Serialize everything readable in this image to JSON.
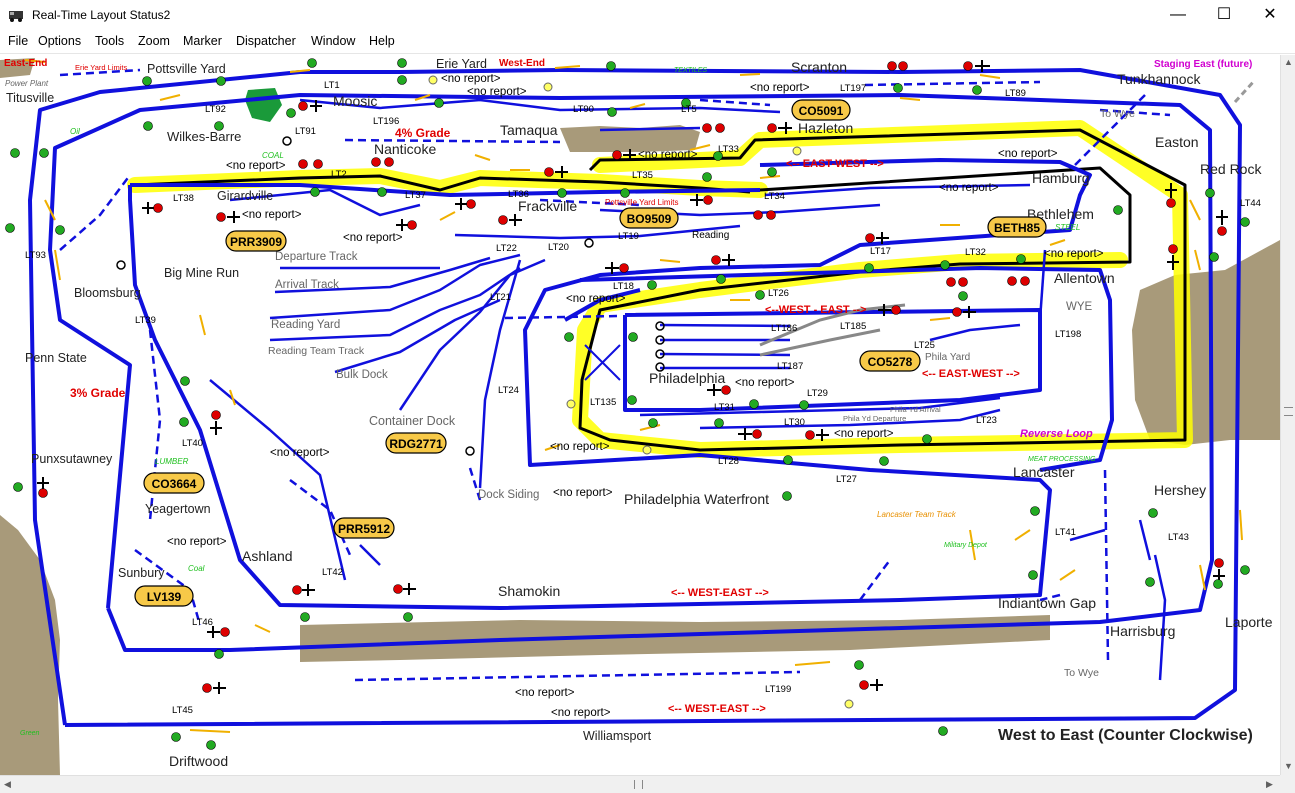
{
  "window": {
    "title": "Real-Time Layout Status2",
    "controls": [
      "—",
      "☐",
      "✕"
    ]
  },
  "menu": [
    "File",
    "Options",
    "Tools",
    "Zoom",
    "Marker",
    "Dispatcher",
    "Window",
    "Help"
  ],
  "places": {
    "titusville": "Titusville",
    "pottsville_yard": "Pottsville Yard",
    "erie_yard": "Erie Yard",
    "scranton": "Scranton",
    "tunkhannock": "Tunkhannock",
    "moosic": "Moosic",
    "wilkes_barre": "Wilkes-Barre",
    "tamaqua": "Tamaqua",
    "hazleton": "Hazleton",
    "easton": "Easton",
    "red_rock": "Red Rock",
    "nanticoke": "Nanticoke",
    "hamburg": "Hamburg",
    "girardville": "Girardville",
    "frackville": "Frackville",
    "bethlehem": "Bethlehem",
    "allentown": "Allentown",
    "big_mine_run": "Big Mine Run",
    "bloomsburg": "Bloomsburg",
    "penn_state": "Penn State",
    "philadelphia": "Philadelphia",
    "punxsutawney": "Punxsutawney",
    "yeagertown": "Yeagertown",
    "ashland": "Ashland",
    "sunbury": "Sunbury",
    "shamokin": "Shamokin",
    "philadelphia_waterfront": "Philadelphia Waterfront",
    "lancaster": "Lancaster",
    "hershey": "Hershey",
    "indiantown_gap": "Indiantown Gap",
    "harrisburg": "Harrisburg",
    "laporte": "Laporte",
    "williamsport": "Williamsport",
    "driftwood": "Driftwood",
    "container_dock": "Container Dock"
  },
  "yard_tracks": {
    "departure": "Departure Track",
    "arrival": "Arrival Track",
    "reading_yard": "Reading Yard",
    "reading_team": "Reading Team Track",
    "bulk_dock": "Bulk Dock",
    "dock_siding": "Dock Siding",
    "reading": "Reading",
    "wye": "WYE",
    "to_wye_1": "To Wye",
    "to_wye_2": "To Wye",
    "phila_yard": "Phila Yard",
    "phila_yd_arrival": "Phila Yd Arrival",
    "phila_yd_departure": "Phila Yd Departure"
  },
  "red_labels": {
    "east_end": "East-End",
    "west_end": "West-End",
    "erie_yard_limits": "Erie Yard Limits",
    "grade_4": "4% Grade",
    "grade_3": "3% Grade",
    "east_west_1": "<-- EAST-WEST -->",
    "west_east_1": "<--WEST - EAST -->",
    "east_west_2": "<-- EAST-WEST -->",
    "west_east_2": "<-- WEST-EAST -->",
    "west_east_3": "<-- WEST-EAST -->",
    "pottsville_limits": "Pottsville Yard Limits"
  },
  "magenta_labels": {
    "staging_east": "Staging East (future)",
    "reverse_loop": "Reverse Loop"
  },
  "industries": {
    "power_plant": "Power Plant",
    "textiles": "TEXTILES",
    "oil": "Oil",
    "coal_1": "COAL",
    "steel": "STEEL",
    "lumber": "LUMBER",
    "coal_2": "Coal",
    "meat": "MEAT PROCESSING",
    "lancaster_team": "Lancaster Team Track",
    "military": "Military Depot",
    "green_misc": "Green"
  },
  "blocks": [
    "LT1",
    "LT2",
    "LT5",
    "LT17",
    "LT18",
    "LT19",
    "LT20",
    "LT21",
    "LT22",
    "LT23",
    "LT24",
    "LT25",
    "LT26",
    "LT27",
    "LT28",
    "LT29",
    "LT30",
    "LT31",
    "LT32",
    "LT33",
    "LT34",
    "LT35",
    "LT36",
    "LT37",
    "LT38",
    "LT39",
    "LT40",
    "LT41",
    "LT42",
    "LT43",
    "LT44",
    "LT45",
    "LT46",
    "LT89",
    "LT90",
    "LT91",
    "LT92",
    "LT93",
    "LT135",
    "LT185",
    "LT186",
    "LT187",
    "LT196",
    "LT197",
    "LT198",
    "LT199"
  ],
  "no_report": "<no report>",
  "trains": {
    "co5091": "CO5091",
    "bo9509": "BO9509",
    "prr3909": "PRR3909",
    "beth85": "BETH85",
    "co5278": "CO5278",
    "rdg2771": "RDG2771",
    "co3664": "CO3664",
    "prr5912": "PRR5912",
    "lv139": "LV139"
  },
  "direction_note": "West to East (Counter Clockwise)",
  "colors": {
    "track": "#1010dd",
    "highlight": "#ffff00",
    "route": "#000000",
    "tag_fill": "#f7c948",
    "terrain": "#a89a7a",
    "signal_red": "#dd0000",
    "signal_green": "#22aa22",
    "turnout_orange": "#f0b000"
  },
  "icons": {
    "app": "railroad-icon",
    "minimize": "minimize-icon",
    "maximize": "maximize-icon",
    "close": "close-icon"
  }
}
